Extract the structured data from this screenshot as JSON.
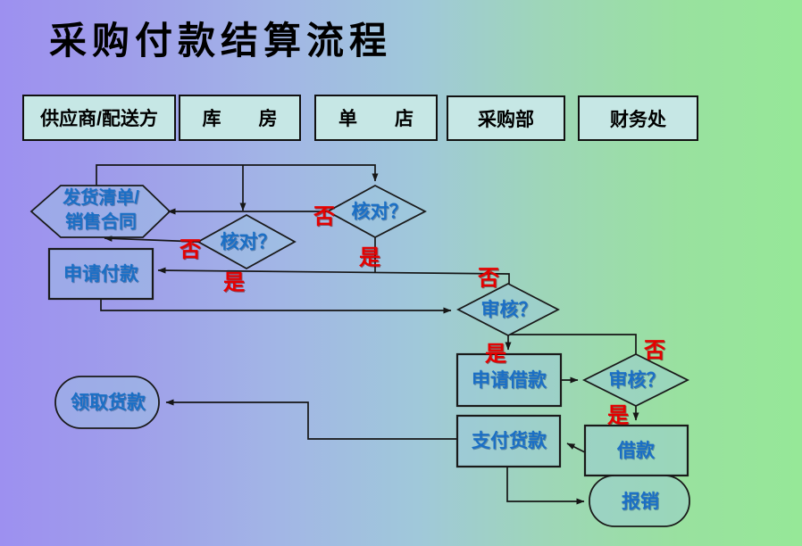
{
  "slide": {
    "title": "采购付款结算流程"
  },
  "lanes": [
    {
      "label": "供应商/配送方"
    },
    {
      "label": "库　　房"
    },
    {
      "label": "单　　店"
    },
    {
      "label": "采购部"
    },
    {
      "label": "财务处"
    }
  ],
  "nodes": {
    "shipping_doc": {
      "shape": "hexagon",
      "label_line1": "发货清单/",
      "label_line2": "销售合同"
    },
    "check_warehouse": {
      "shape": "diamond",
      "label": "核对？"
    },
    "check_shop": {
      "shape": "diamond",
      "label": "核对？"
    },
    "apply_payment": {
      "shape": "rect",
      "label": "申请付款"
    },
    "review_purchasing": {
      "shape": "diamond",
      "label": "审核？"
    },
    "apply_loan": {
      "shape": "rect",
      "label": "申请借款"
    },
    "review_finance": {
      "shape": "diamond",
      "label": "审核？"
    },
    "pay_goods": {
      "shape": "rect",
      "label": "支付货款"
    },
    "loan": {
      "shape": "rect",
      "label": "借款"
    },
    "reimburse": {
      "shape": "stadium",
      "label": "报销"
    },
    "receive_payment": {
      "shape": "stadium",
      "label": "领取货款"
    }
  },
  "decisions": {
    "check_warehouse_no": "否",
    "check_warehouse_yes": "是",
    "check_shop_no": "否",
    "check_shop_yes": "是",
    "review_purchasing_no": "否",
    "review_purchasing_yes": "是",
    "review_finance_no": "否",
    "review_finance_yes": "是"
  },
  "colors": {
    "node_text": "#1b6fc5",
    "decision_text": "#e60000",
    "lane_fill": "#c6e7e5",
    "connector": "#161616",
    "background_left": "#9d90f0",
    "background_middle": "#a0c8da",
    "background_right": "#96e898"
  }
}
